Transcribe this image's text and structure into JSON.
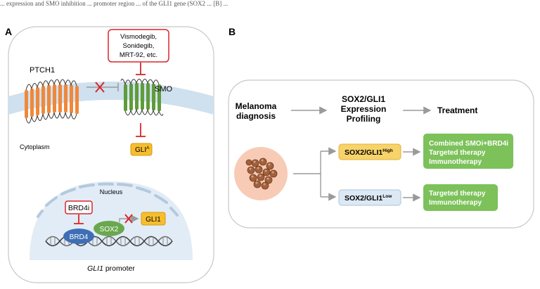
{
  "caption": "... expression and SMO inhibition ... promoter region ... of the GLI1 gene (SOX2 ... [B] ...",
  "panel_a": {
    "letter": "A",
    "drug_box": [
      "Vismodegib,",
      "Sonidegib,",
      "MRT-92, etc."
    ],
    "ptch1": "PTCH1",
    "smo": "SMO",
    "cytoplasm": "Cytoplasm",
    "glia_base": "GLI",
    "glia_sup": "A",
    "nucleus": "Nucleus",
    "brd4i": "BRD4i",
    "brd4": "BRD4",
    "sox2": "SOX2",
    "gli1": "GLI1",
    "promoter_italic": "GLI1",
    "promoter_rest": " promoter"
  },
  "panel_b": {
    "letter": "B",
    "step1": [
      "Melanoma",
      "diagnosis"
    ],
    "step2": [
      "SOX2/GLI1",
      "Expression",
      "Profiling"
    ],
    "step3": "Treatment",
    "high_base": "SOX2/GLI1",
    "high_sup": "High",
    "low_base": "SOX2/GLI1",
    "low_sup": "Low",
    "high_treat": [
      "Combined SMOi+BRD4i",
      "Targeted therapy",
      "Immunotherapy"
    ],
    "low_treat": [
      "Targeted therapy",
      "Immunotherapy"
    ]
  },
  "colors": {
    "inhibit_red": "#d9262b",
    "ptch1_orange": "#f0883a",
    "smo_green": "#5f9c3a",
    "gli_yellow": "#f6be2e",
    "brd4_blue": "#3e6fb6",
    "sox2_green": "#6aa84f",
    "treat_green": "#7cc15a",
    "high_yellow": "#f8d36a",
    "low_blue": "#dce9f5",
    "cell_pink": "#f8cbb6",
    "cell_brown": "#a2603b"
  }
}
